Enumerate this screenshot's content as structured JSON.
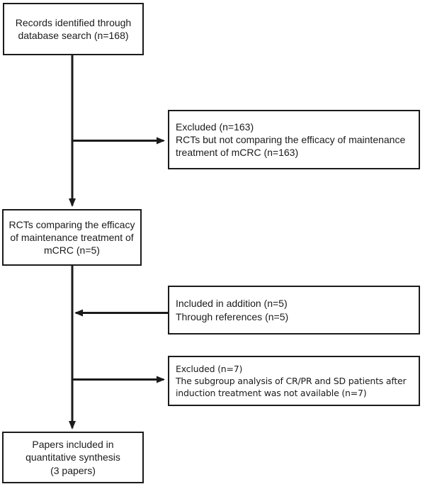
{
  "flowchart": {
    "colors": {
      "background": "#ffffff",
      "box_border": "#1b1b1b",
      "text": "#1b1b1b",
      "arrow": "#1b1b1b"
    },
    "nodes": {
      "records": {
        "label": "Records identified through\ndatabase search (n=168)"
      },
      "excluded_not_comparing": {
        "label": "Excluded (n=163)\nRCTs but not comparing the efficacy of maintenance\ntreatment of mCRC (n=163)"
      },
      "rcts_comparing": {
        "label": "RCTs comparing the efficacy\nof maintenance treatment of\nmCRC (n=5)"
      },
      "included_addition": {
        "label": "Included in addition (n=5)\nThrough references (n=5)"
      },
      "excluded_subgroup": {
        "label": "Excluded (n=7)\nThe subgroup analysis of CR/PR and SD patients after\ninduction treatment was not available (n=7)"
      },
      "papers_included": {
        "label": "Papers included in\nquantitative synthesis\n(3 papers)"
      }
    },
    "connectors": [
      {
        "name": "records-to-rcts",
        "direction": "down"
      },
      {
        "name": "branch-to-excluded-163",
        "direction": "right"
      },
      {
        "name": "references-into-spine",
        "direction": "left"
      },
      {
        "name": "branch-to-excluded-7",
        "direction": "right"
      },
      {
        "name": "rcts-to-papers",
        "direction": "down"
      }
    ]
  }
}
